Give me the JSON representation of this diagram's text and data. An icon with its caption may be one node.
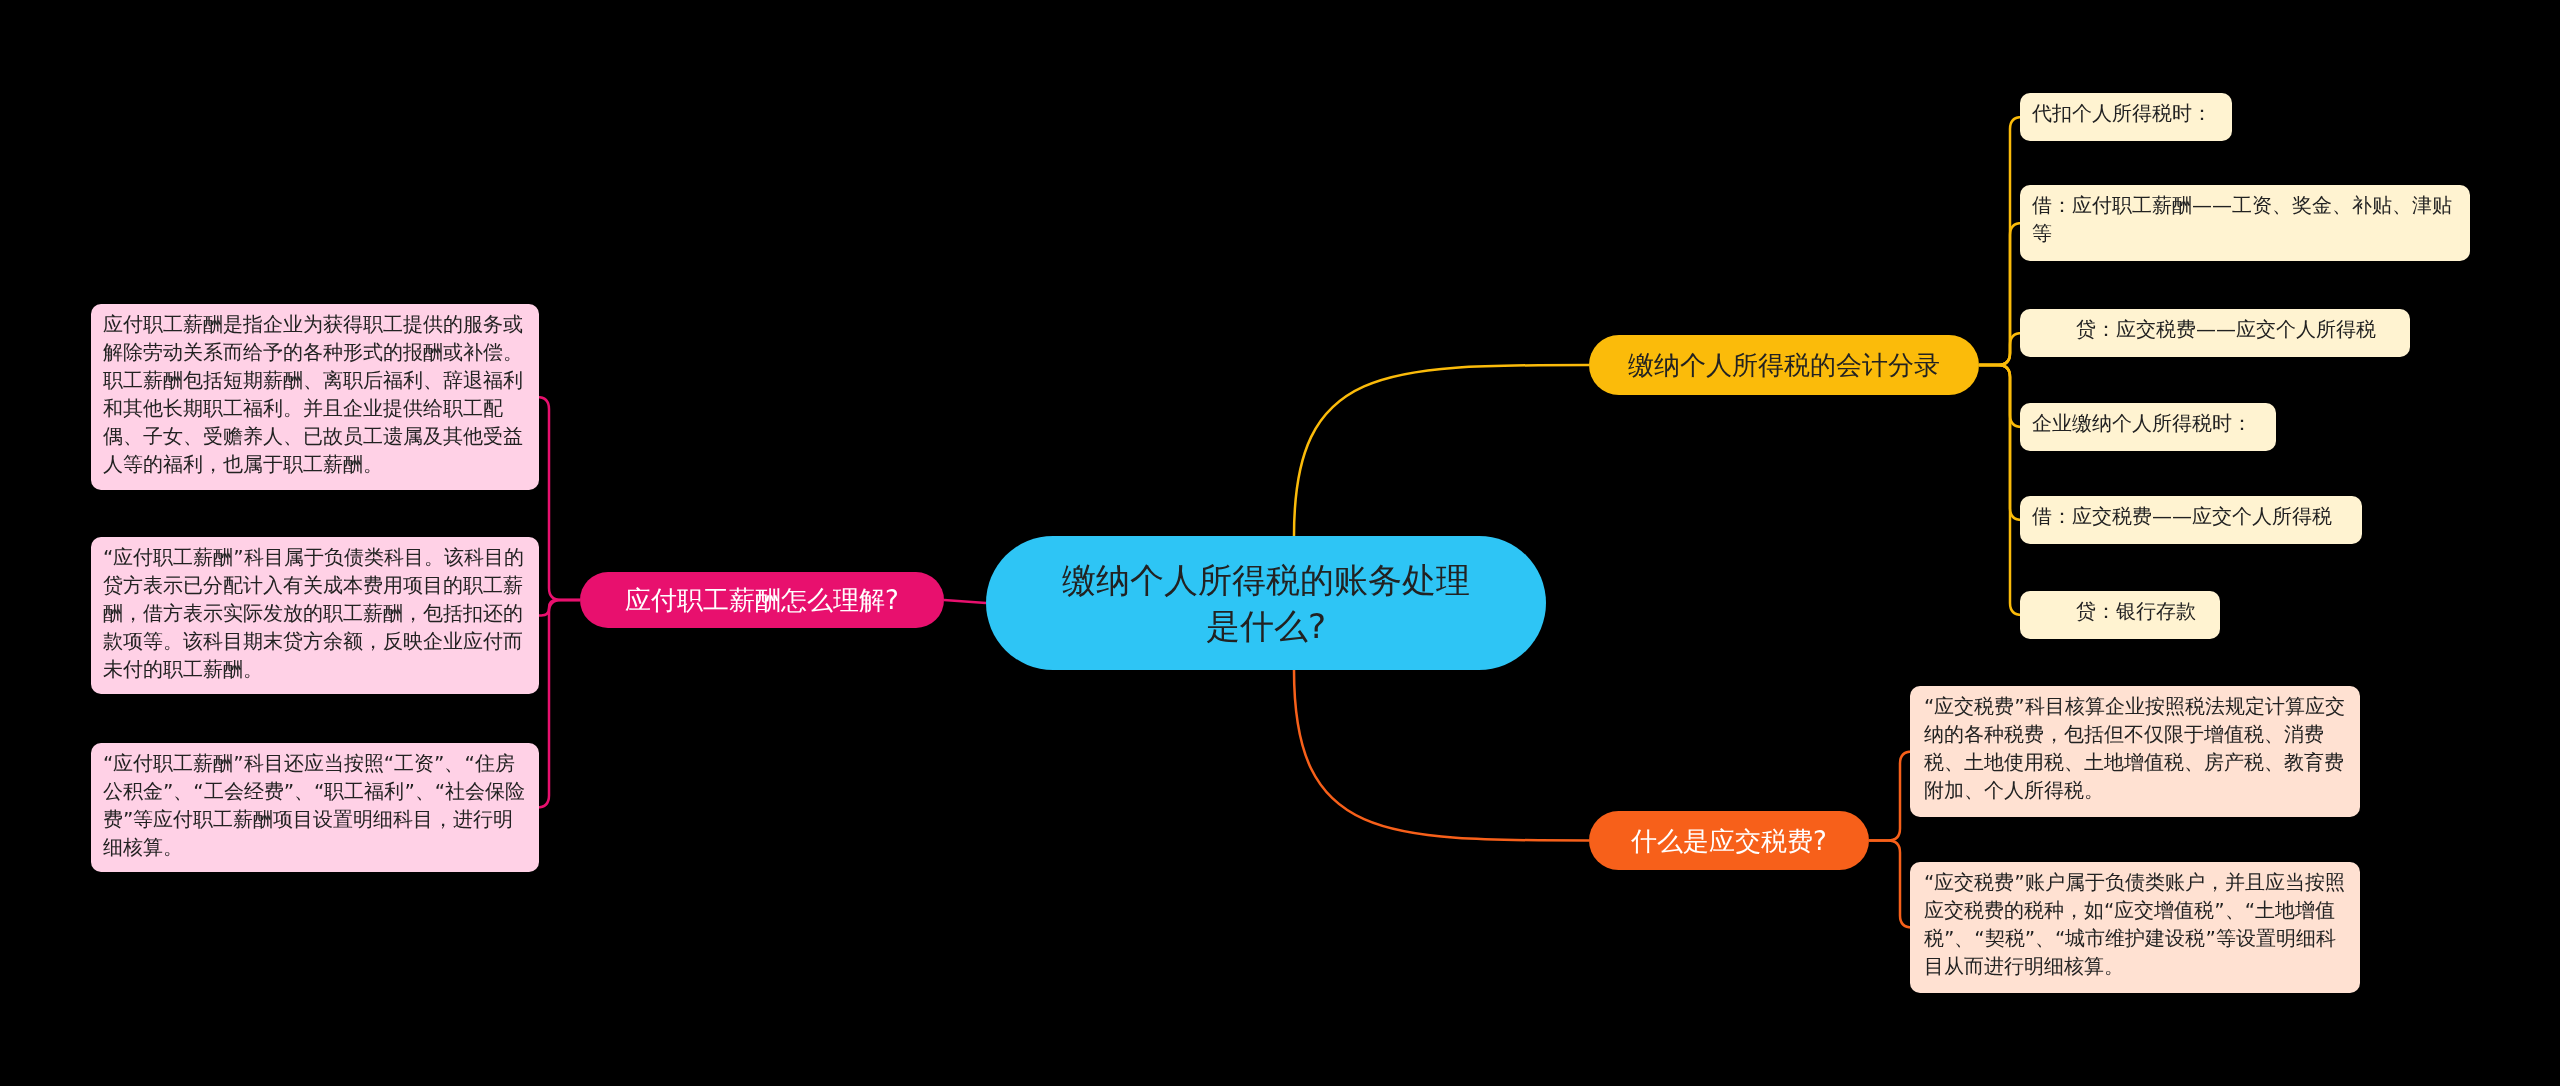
{
  "diagram": {
    "nodes": [
      {
        "text": [
          "缴纳个人所得税的账务处理是什么?"
        ]
      },
      {
        "text": [
          "应付职工薪酬怎么理解?"
        ]
      },
      {
        "text": [
          "应付职工薪酬是指企业为获得职工提供的服务或解除劳动关系而给予的各种形式的报酬或补偿。职工薪酬包括短期薪酬、离职后福利、辞退福利和其他长期职工福利。并且企业提供给职工配偶、子女、受赡养人、已故员工遗属及其他受益人等的福利，也属于职工薪酬。"
        ]
      },
      {
        "text": [
          "“应付职工薪酬”科目属于负债类科目。该科目的贷方表示已分配计入有关成本费用项目的职工薪酬，借方表示实际发放的职工薪酬，包括扣还的款项等。该科目期末贷方余额，反映企业应付而未付的职工薪酬。"
        ]
      },
      {
        "text": [
          "“应付职工薪酬”科目还应当按照“工资”、“住房公积金”、“工会经费”、“职工福利”、“社会保险费”等应付职工薪酬项目设置明细科目，进行明细核算。"
        ]
      },
      {
        "text": [
          "缴纳个人所得税的会计分录"
        ]
      },
      {
        "text": [
          "代扣个人所得税时："
        ]
      },
      {
        "text": [
          "借：应付职工薪酬——工资、奖金、补贴、津贴等"
        ]
      },
      {
        "text": [
          "贷：应交税费——应交个人所得税"
        ]
      },
      {
        "text": [
          "企业缴纳个人所得税时："
        ]
      },
      {
        "text": [
          "借：应交税费——应交个人所得税"
        ]
      },
      {
        "text": [
          "贷：银行存款"
        ]
      },
      {
        "text": [
          "什么是应交税费?"
        ]
      },
      {
        "text": [
          "“应交税费”科目核算企业按照税法规定计算应交纳的各种税费，包括但不仅限于增值税、消费税、土地使用税、土地增值税、房产税、教育费附加、个人所得税。"
        ]
      },
      {
        "text": [
          "“应交税费”账户属于负债类账户，并且应当按照应交税费的税种，如“应交增值税”、“土地增值税”、“契税”、“城市维护建设税”等设置明细科目从而进行明细核算。"
        ]
      }
    ],
    "edges": [
      {
        "from": 0,
        "to": 1,
        "arrow": "none",
        "color": "#e8106e"
      },
      {
        "from": 1,
        "to": 2,
        "arrow": "none",
        "color": "#e8106e"
      },
      {
        "from": 1,
        "to": 3,
        "arrow": "none",
        "color": "#e8106e"
      },
      {
        "from": 1,
        "to": 4,
        "arrow": "none",
        "color": "#e8106e"
      },
      {
        "from": 0,
        "to": 5,
        "arrow": "none"
      },
      {
        "from": 5,
        "to": 6,
        "arrow": "none"
      },
      {
        "from": 5,
        "to": 7,
        "arrow": "none"
      },
      {
        "from": 5,
        "to": 8,
        "arrow": "none"
      },
      {
        "from": 5,
        "to": 9,
        "arrow": "none"
      },
      {
        "from": 5,
        "to": 10,
        "arrow": "none"
      },
      {
        "from": 5,
        "to": 11,
        "arrow": "none"
      },
      {
        "from": 0,
        "to": 12,
        "arrow": "none",
        "color": "#f7601a"
      },
      {
        "from": 12,
        "to": 13,
        "arrow": "none",
        "color": "#f7601a"
      },
      {
        "from": 12,
        "to": 14,
        "arrow": "none",
        "color": "#f7601a"
      }
    ]
  }
}
